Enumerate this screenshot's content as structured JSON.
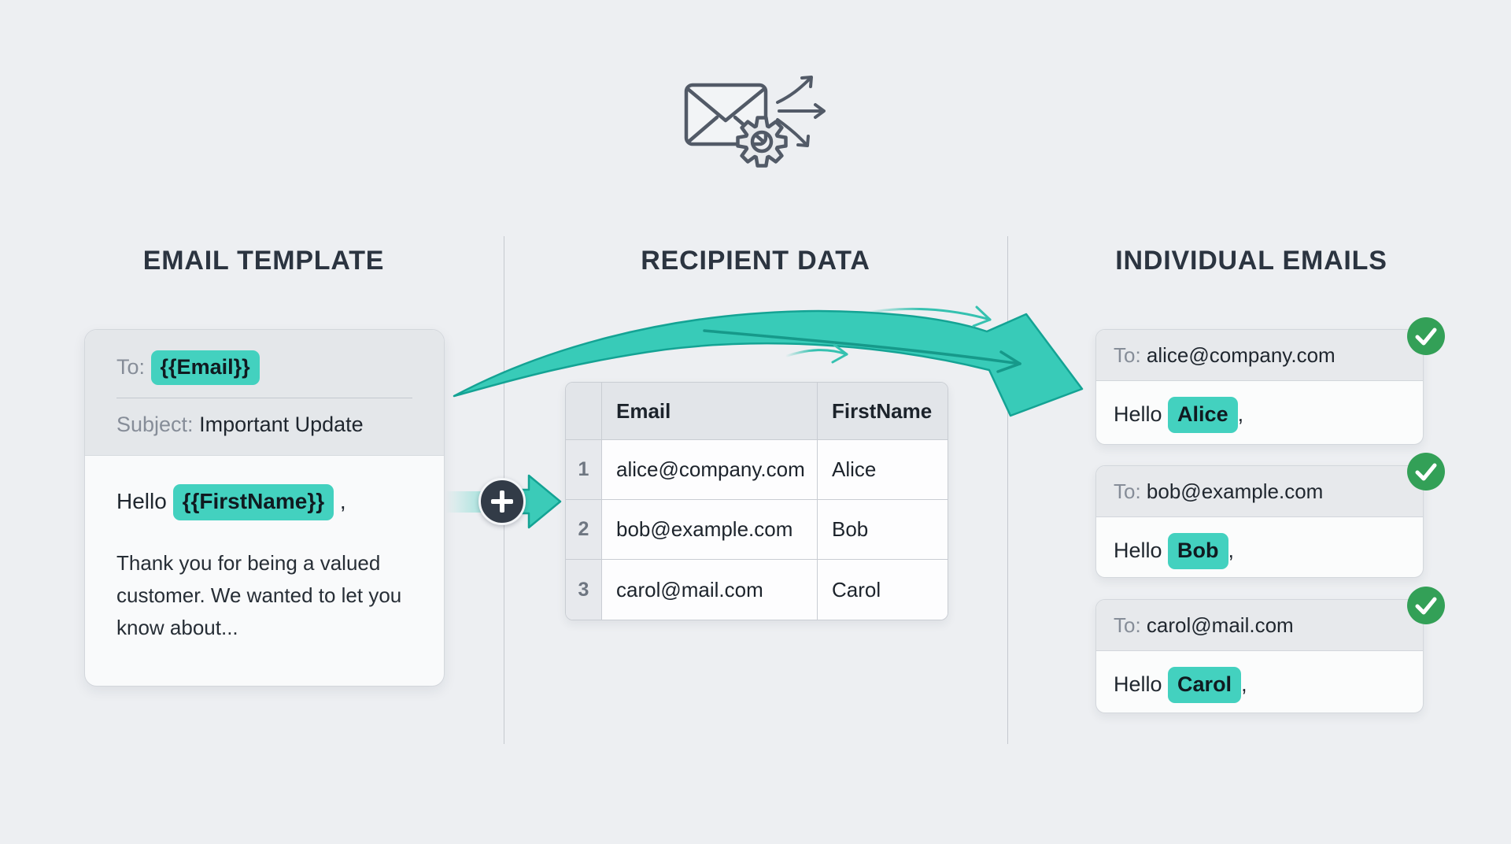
{
  "colors": {
    "accent_teal": "#43d1bf",
    "arrow_teal": "#3bcbb8",
    "badge_green": "#33a057",
    "heading_text": "#2b3440",
    "dark_text": "#1f262e",
    "muted_text": "#868d98",
    "background": "#edeff2"
  },
  "icons": {
    "header": "envelope-gear-split-arrows-icon",
    "merge": "plus-icon",
    "badge": "check-icon",
    "flow": "curved-arrow-icon"
  },
  "template_column": {
    "heading": "EMAIL TEMPLATE",
    "card": {
      "to_label": "To:",
      "to_token": "{{Email}}",
      "subject_label": "Subject:",
      "subject_value": "Important Update",
      "greeting_prefix": "Hello",
      "greeting_token": "{{FirstName}}",
      "greeting_suffix": ",",
      "body_text": "Thank you for being a valued customer. We wanted to let you know about..."
    }
  },
  "data_column": {
    "heading": "RECIPIENT DATA",
    "table": {
      "headers": [
        "Email",
        "FirstName"
      ],
      "rows": [
        {
          "num": "1",
          "email": "alice@company.com",
          "first_name": "Alice"
        },
        {
          "num": "2",
          "email": "bob@example.com",
          "first_name": "Bob"
        },
        {
          "num": "3",
          "email": "carol@mail.com",
          "first_name": "Carol"
        }
      ]
    }
  },
  "emails_column": {
    "heading": "INDIVIDUAL EMAILS",
    "cards": [
      {
        "to_label": "To:",
        "to_value": "alice@company.com",
        "greeting_prefix": "Hello",
        "name_token": "Alice",
        "greeting_suffix": ","
      },
      {
        "to_label": "To:",
        "to_value": "bob@example.com",
        "greeting_prefix": "Hello",
        "name_token": "Bob",
        "greeting_suffix": ","
      },
      {
        "to_label": "To:",
        "to_value": "carol@mail.com",
        "greeting_prefix": "Hello",
        "name_token": "Carol",
        "greeting_suffix": ","
      }
    ]
  }
}
